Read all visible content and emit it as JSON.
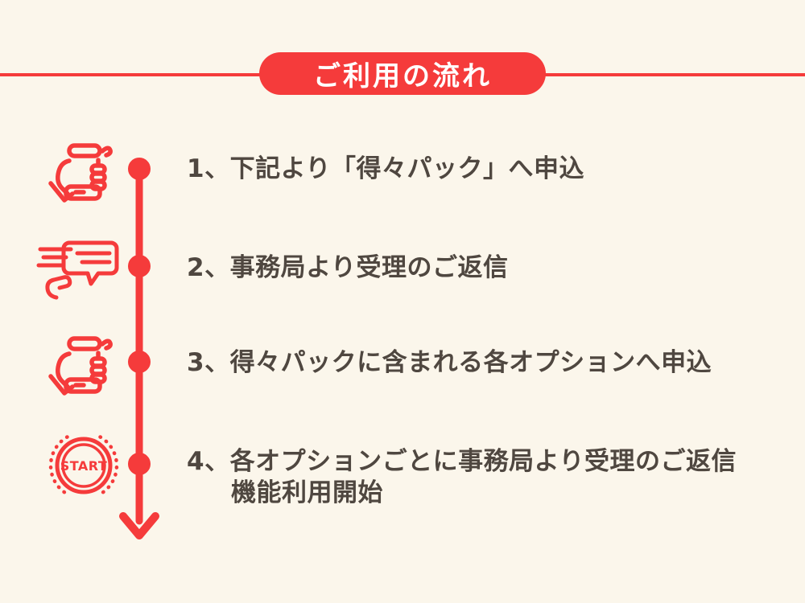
{
  "page": {
    "background_color": "#FBF6EB",
    "accent_color": "#F53B3B",
    "text_color": "#4F4740"
  },
  "header": {
    "title": "ご利用の流れ"
  },
  "steps": [
    {
      "icon": "smartphone-hand-icon",
      "text": "1、下記より「得々パック」へ申込"
    },
    {
      "icon": "speedy-message-icon",
      "text": "2、事務局より受理のご返信"
    },
    {
      "icon": "smartphone-hand-icon",
      "text": "3、得々パックに含まれる各オプションへ申込"
    },
    {
      "icon": "start-stamp-icon",
      "text": "4、各オプションごとに事務局より受理のご返信",
      "text2": "機能利用開始"
    }
  ],
  "start_badge_label": "START"
}
